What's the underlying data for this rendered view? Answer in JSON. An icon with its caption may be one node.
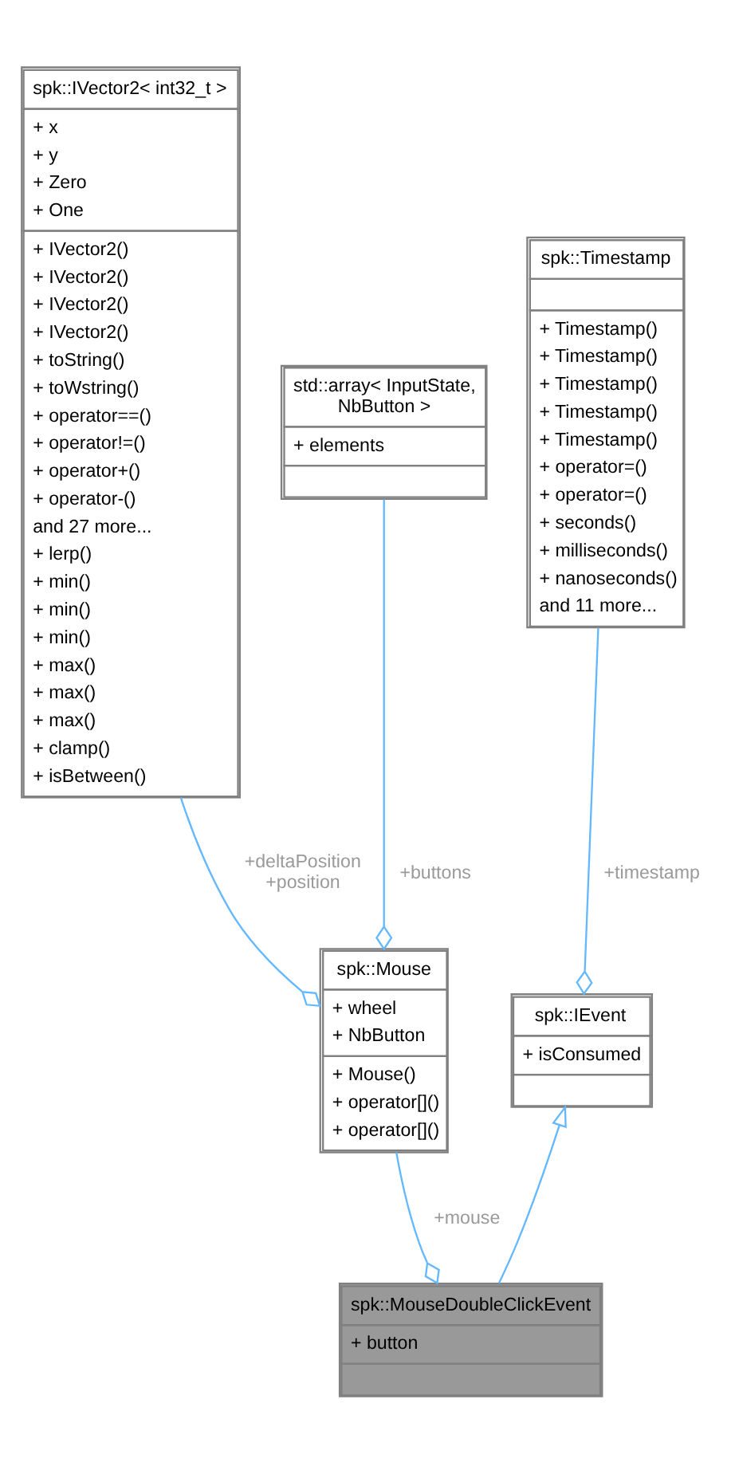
{
  "diagram": {
    "nodes": [
      {
        "text": [
          "spk::IVector2< int32_t >",
          "+ x",
          "+ y",
          "+ Zero",
          "+ One",
          "+ IVector2()",
          "+ IVector2()",
          "+ IVector2()",
          "+ IVector2()",
          "+ toString()",
          "+ toWstring()",
          "+ operator==()",
          "+ operator!=()",
          "+ operator+()",
          "+ operator-()",
          "and 27 more...",
          "+ lerp()",
          "+ min()",
          "+ min()",
          "+ min()",
          "+ max()",
          "+ max()",
          "+ max()",
          "+ clamp()",
          "+ isBetween()"
        ]
      },
      {
        "text": [
          "spk::Timestamp",
          "+ Timestamp()",
          "+ Timestamp()",
          "+ Timestamp()",
          "+ Timestamp()",
          "+ Timestamp()",
          "+ operator=()",
          "+ operator=()",
          "+ seconds()",
          "+ milliseconds()",
          "+ nanoseconds()",
          "and 11 more..."
        ]
      },
      {
        "text": [
          "std::array< InputState, NbButton >",
          "+ elements"
        ]
      },
      {
        "text": [
          "spk::Mouse",
          "+ wheel",
          "+ NbButton",
          "+ Mouse()",
          "+ operator[]()",
          "+ operator[]()"
        ]
      },
      {
        "text": [
          "spk::IEvent",
          "+ isConsumed"
        ]
      },
      {
        "text": [
          "spk::MouseDoubleClickEvent",
          "+ button"
        ]
      }
    ],
    "edges": [
      {
        "from": 1,
        "to": 4,
        "arrow": "other",
        "label": "+timestamp"
      },
      {
        "from": 2,
        "to": 3,
        "arrow": "other",
        "label": "+buttons"
      },
      {
        "from": 0,
        "to": 3,
        "arrow": "other",
        "label": "+deltaPosition +position"
      },
      {
        "from": 3,
        "to": 5,
        "arrow": "other",
        "label": "+mouse"
      },
      {
        "from": 5,
        "to": 4,
        "arrow": "to"
      }
    ]
  }
}
